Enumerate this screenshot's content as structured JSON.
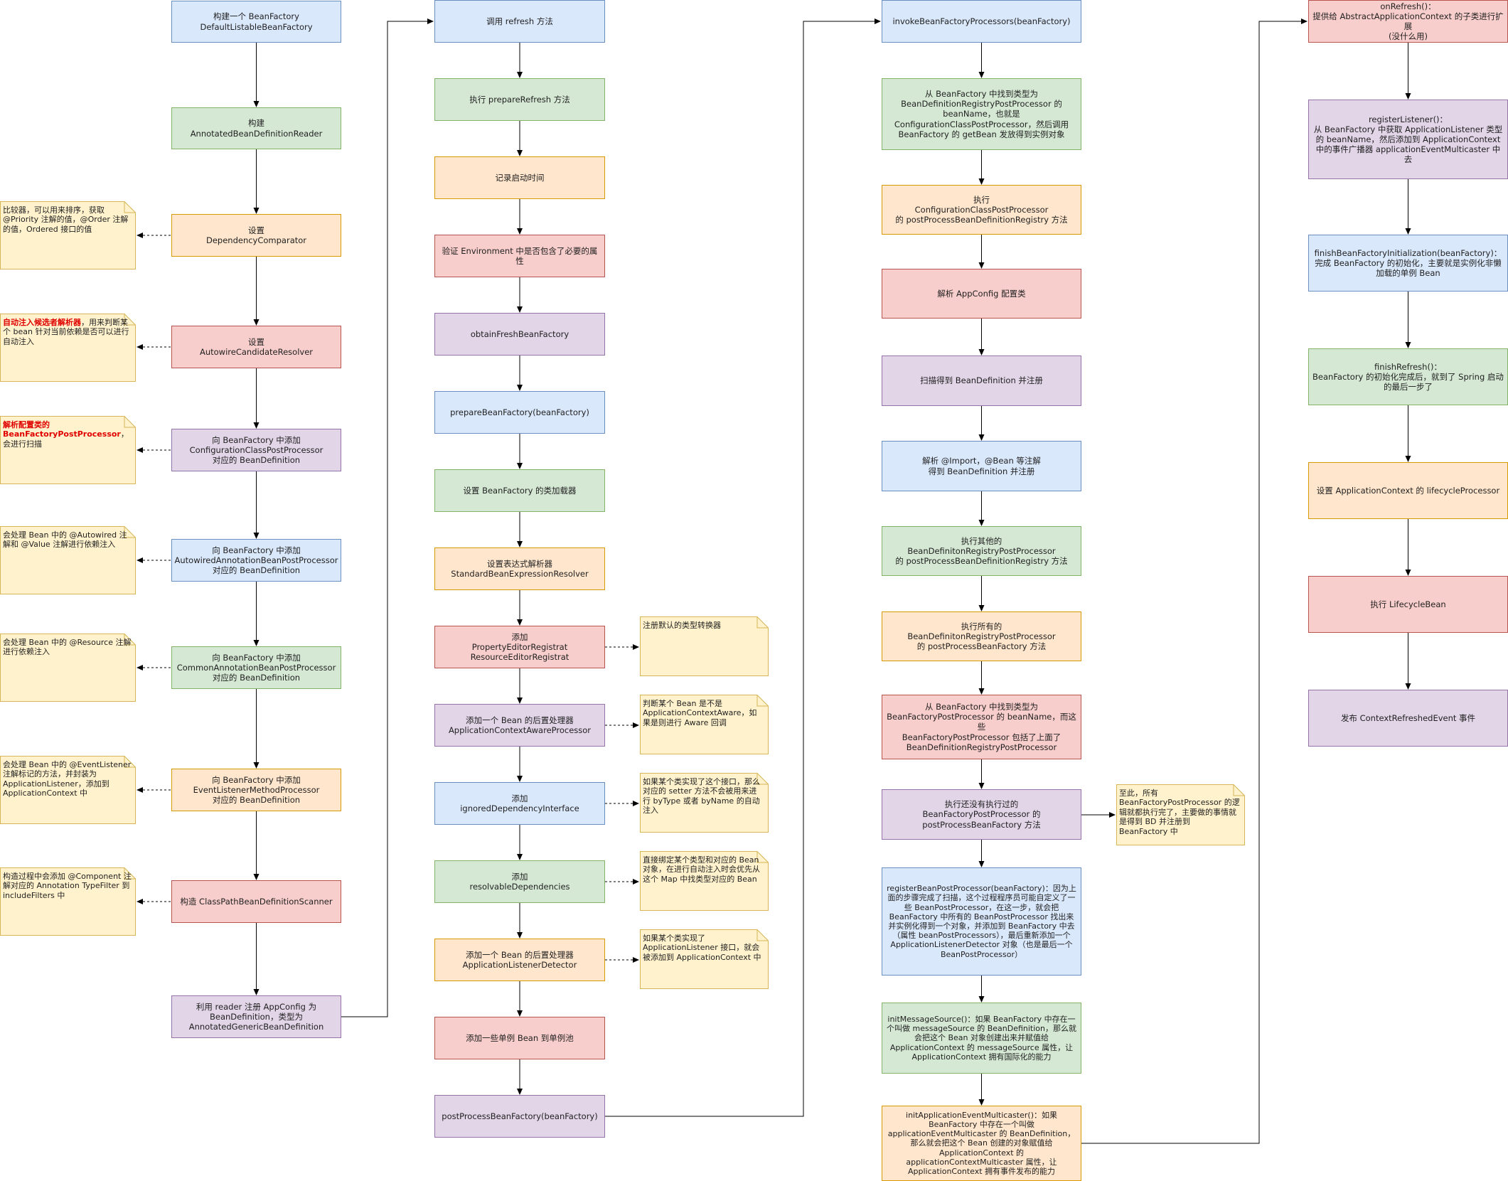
{
  "colors": {
    "blue_fill": "#dae8fc",
    "blue_stroke": "#6c8ebf",
    "green_fill": "#d5e8d4",
    "green_stroke": "#82b366",
    "orange_fill": "#ffe6cc",
    "orange_stroke": "#d79b00",
    "red_fill": "#f8cecc",
    "red_stroke": "#b85450",
    "purple_fill": "#e1d5e7",
    "purple_stroke": "#9673a6",
    "note_fill": "#fff2cc",
    "note_stroke": "#d6b656",
    "highlight": "#e00000"
  },
  "column1": [
    {
      "text": "构建一个 BeanFactory\nDefaultListableBeanFactory",
      "color": "blue"
    },
    {
      "text": "构建\nAnnotatedBeanDefinitionReader",
      "color": "green"
    },
    {
      "text": "设置\nDependencyComparator",
      "color": "orange"
    },
    {
      "text": "设置\nAutowireCandidateResolver",
      "color": "red"
    },
    {
      "text": "向 BeanFactory 中添加\nConfigurationClassPostProcessor\n对应的 BeanDefinition",
      "color": "purple"
    },
    {
      "text": "向 BeanFactory 中添加\nAutowiredAnnotationBeanPostProcessor\n对应的 BeanDefinition",
      "color": "blue"
    },
    {
      "text": "向 BeanFactory 中添加\nCommonAnnotationBeanPostProcessor\n对应的 BeanDefinition",
      "color": "green"
    },
    {
      "text": "向 BeanFactory 中添加\nEventListenerMethodProcessor\n对应的 BeanDefinition",
      "color": "orange"
    },
    {
      "text": "构造 ClassPathBeanDefinitionScanner",
      "color": "red"
    },
    {
      "text": "利用 reader 注册 AppConfig 为\nBeanDefinition，类型为\nAnnotatedGenericBeanDefinition",
      "color": "purple"
    }
  ],
  "notes1": [
    {
      "pre": "",
      "hl": "",
      "text": "比较器，可以用来排序，获取 @Priority 注解的值，@Order 注解的值，Ordered 接口的值"
    },
    {
      "pre": "",
      "hl": "自动注入候选者解析器",
      "text": "，用来判断某个 bean 针对当前依赖是否可以进行自动注入"
    },
    {
      "pre": "",
      "hl": "解析配置类的 BeanFactoryPostProcessor",
      "text": "，会进行扫描"
    },
    {
      "pre": "",
      "hl": "",
      "text": "会处理 Bean 中的 @Autowired 注解和 @Value 注解进行依赖注入"
    },
    {
      "pre": "",
      "hl": "",
      "text": "会处理 Bean 中的 @Resource 注解进行依赖注入"
    },
    {
      "pre": "",
      "hl": "",
      "text": "会处理 Bean 中的 @EventListener 注解标记的方法，并封装为 ApplicationListener，添加到 ApplicationContext 中"
    },
    {
      "pre": "",
      "hl": "",
      "text": "构造过程中会添加 @Component 注解对应的 Annotation TypeFilter 到 includeFilters 中"
    }
  ],
  "column2": [
    {
      "text": "调用 refresh 方法",
      "color": "blue"
    },
    {
      "text": "执行 prepareRefresh 方法",
      "color": "green"
    },
    {
      "text": "记录启动时间",
      "color": "orange"
    },
    {
      "text": "验证 Environment 中是否包含了必要的属性",
      "color": "red"
    },
    {
      "text": "obtainFreshBeanFactory",
      "color": "purple"
    },
    {
      "text": "prepareBeanFactory(beanFactory)",
      "color": "blue"
    },
    {
      "text": "设置 BeanFactory 的类加载器",
      "color": "green"
    },
    {
      "text": "设置表达式解析器\nStandardBeanExpressionResolver",
      "color": "orange"
    },
    {
      "text": "添加\nPropertyEditorRegistrat\nResourceEditorRegistrat",
      "color": "red"
    },
    {
      "text": "添加一个 Bean 的后置处理器\nApplicationContextAwareProcessor",
      "color": "purple"
    },
    {
      "text": "添加\nignoredDependencyInterface",
      "color": "blue"
    },
    {
      "text": "添加\nresolvableDependencies",
      "color": "green"
    },
    {
      "text": "添加一个 Bean 的后置处理器\nApplicationListenerDetector",
      "color": "orange"
    },
    {
      "text": "添加一些单例 Bean 到单例池",
      "color": "red"
    },
    {
      "text": "postProcessBeanFactory(beanFactory)",
      "color": "purple"
    }
  ],
  "notes2": [
    {
      "text": "注册默认的类型转换器"
    },
    {
      "text": "判断某个 Bean 是不是 ApplicationContextAware，如果是则进行 Aware 回调"
    },
    {
      "text": "如果某个类实现了这个接口，那么对应的 setter 方法不会被用来进行 byType 或者 byName 的自动注入"
    },
    {
      "text": "直接绑定某个类型和对应的 Bean 对象，在进行自动注入时会优先从这个 Map 中找类型对应的 Bean"
    },
    {
      "text": "如果某个类实现了 ApplicationListener 接口，就会被添加到 ApplicationContext 中"
    }
  ],
  "column3": [
    {
      "text": "invokeBeanFactoryProcessors(beanFactory)",
      "color": "blue"
    },
    {
      "text": "从 BeanFactory 中找到类型为\nBeanDefinitionRegistryPostProcessor 的\nbeanName，也就是\nConfigurationClassPostProcessor，然后调用\nBeanFactory 的 getBean 发放得到实例对象",
      "color": "green"
    },
    {
      "text": "执行\nConfigurationClassPostProcessor\n的 postProcessBeanDefinitionRegistry 方法",
      "color": "orange"
    },
    {
      "text": "解析 AppConfig 配置类",
      "color": "red"
    },
    {
      "text": "扫描得到 BeanDefinition 并注册",
      "color": "purple"
    },
    {
      "text": "解析 @Import，@Bean 等注解\n得到 BeanDefinition 并注册",
      "color": "blue"
    },
    {
      "text": "执行其他的\nBeanDefinitonRegistryPostProcessor\n的 postProcessBeanDefinitionRegistry 方法",
      "color": "green"
    },
    {
      "text": "执行所有的\nBeanDefinitonRegistryPostProcessor\n的 postProcessBeanFactory 方法",
      "color": "orange"
    },
    {
      "text": "从 BeanFactory 中找到类型为\nBeanFactoryPostProcessor 的 beanName，而这些\nBeanFactoryPostProcessor 包括了上面了\nBeanDefinitionRegistryPostProcessor",
      "color": "red"
    },
    {
      "text": "执行还没有执行过的\nBeanFactoryPostProcessor 的\npostProcessBeanFactory 方法",
      "color": "purple"
    },
    {
      "text": "registerBeanPostProcessor(beanFactory)：因为上面的步骤完成了扫描，这个过程程序员可能自定义了一些 BeanPostProcessor，在这一步，就会把 BeanFactory 中所有的 BeanPostProcessor 找出来并实例化得到一个对象，并添加到 BeanFactory 中去（属性 beanPostProcessors），最后重新添加一个 ApplicationListenerDetector 对象（也是最后一个 BeanPostProcessor）",
      "color": "blue"
    },
    {
      "text": "initMessageSource()：如果 BeanFactory 中存在一个叫做 messageSource 的 BeanDefinition，那么就会把这个 Bean 对象创建出来并赋值给 ApplicationContext 的 messageSource 属性，让 ApplicationContext 拥有国际化的能力",
      "color": "green"
    },
    {
      "text": "initApplicationEventMulticaster()：如果 BeanFactory 中存在一个叫做 applicationEventMulticaster 的 BeanDefinition，那么就会把这个 Bean 创建的对象赋值给 ApplicationContext 的 applicationContextMulticaster 属性，让 ApplicationContext 拥有事件发布的能力",
      "color": "orange"
    }
  ],
  "note3": {
    "text": "至此，所有 BeanFactoryPostProcessor 的逻辑就都执行完了，主要做的事情就是得到 BD 并注册到 BeanFactory 中"
  },
  "column4": [
    {
      "text": "onRefresh()：\n提供给 AbstractApplicationContext 的子类进行扩展\n(没什么用)",
      "color": "red"
    },
    {
      "text": "registerListener()：\n从 BeanFactory 中获取 ApplicationListener 类型的 beanName，然后添加到 ApplicationContext 中的事件广播器 applicationEventMulticaster 中去",
      "color": "purple"
    },
    {
      "text": "finishBeanFactoryInitialization(beanFactory)：\n完成 BeanFactory 的初始化，主要就是实例化非懒加载的单例 Bean",
      "color": "blue"
    },
    {
      "text": "finishRefresh()：\nBeanFactory 的初始化完成后，就到了 Spring 启动的最后一步了",
      "color": "green"
    },
    {
      "text": "设置 ApplicationContext 的 lifecycleProcessor",
      "color": "orange"
    },
    {
      "text": "执行 LifecycleBean",
      "color": "red"
    },
    {
      "text": "发布 ContextRefreshedEvent 事件",
      "color": "purple"
    }
  ]
}
